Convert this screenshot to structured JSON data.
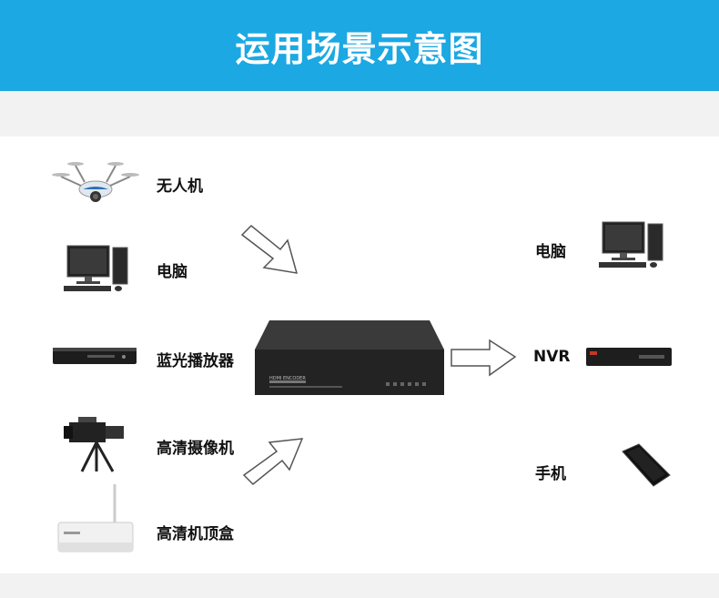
{
  "header": {
    "title": "运用场景示意图"
  },
  "left_devices": [
    {
      "label": "无人机"
    },
    {
      "label": "电脑"
    },
    {
      "label": "蓝光播放器"
    },
    {
      "label": "高清摄像机"
    },
    {
      "label": "高清机顶盒"
    }
  ],
  "right_devices": [
    {
      "label": "电脑"
    },
    {
      "label": "NVR"
    },
    {
      "label": "手机"
    }
  ],
  "encoder": {
    "label": "HDMI ENCODER"
  },
  "colors": {
    "header_bg": "#1ca8e2",
    "panel_bg": "#ffffff",
    "page_bg": "#f2f2f2"
  }
}
